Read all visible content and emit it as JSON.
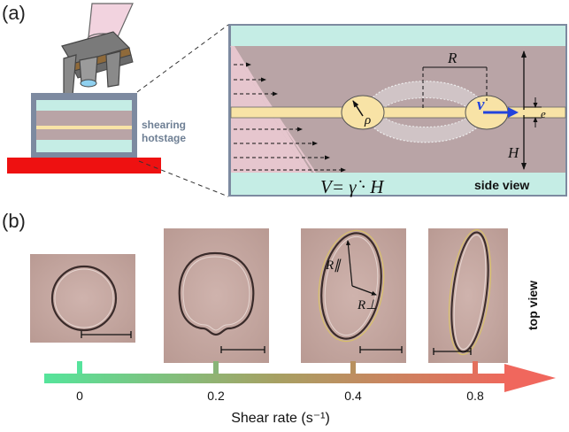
{
  "panels": {
    "a_label": "(a)",
    "b_label": "(b)"
  },
  "panel_a": {
    "stage_label_line1": "shearing",
    "stage_label_line2": "hotstage",
    "symbol_R": "R",
    "symbol_rho": "ρ",
    "symbol_v": "v",
    "symbol_e": "e",
    "symbol_H": "H",
    "formula": "V= γ̇ · H",
    "view_label": "side view"
  },
  "panel_b": {
    "top_view_label": "top view",
    "symbol_R_parallel": "R∥",
    "symbol_R_perp": "R⊥",
    "axis_title": "Shear rate (s⁻¹)",
    "ticks": [
      "0",
      "0.2",
      "0.4",
      "0.8"
    ]
  },
  "colors": {
    "teal": "#c5ede5",
    "mauve": "#b9a4a6",
    "film": "#f8e3a6",
    "red_base": "#ee1111",
    "pink_flow": "#e6c6ce",
    "arrow_start": "#4fe39b",
    "arrow_end": "#f0675d",
    "blue_arrow": "#2244dd",
    "micrograph_bg": "#c9aaa4"
  }
}
